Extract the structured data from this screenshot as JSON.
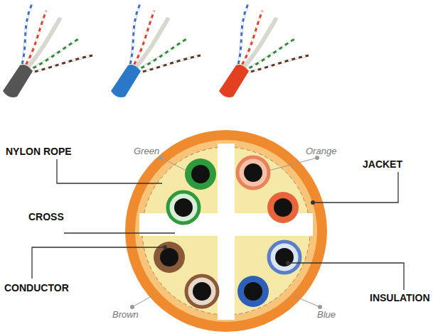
{
  "diagram": {
    "labels": [
      "NYLON ROPE",
      "Green",
      "Orange",
      "JACKET",
      "CROSS",
      "CONDUCTOR",
      "Brown",
      "Blue",
      "INSULATION"
    ]
  }
}
